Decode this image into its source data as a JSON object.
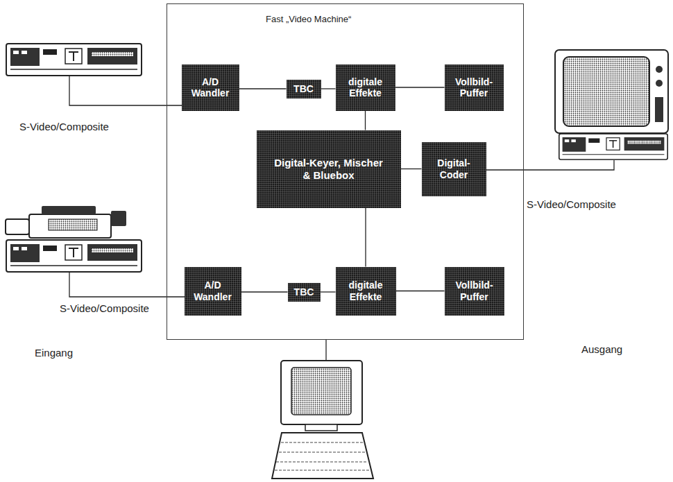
{
  "diagram": {
    "nodes": [
      {
        "text": [
          "Fast „Video Machine“"
        ]
      },
      {
        "text": [
          "A/D Wandler"
        ],
        "in": 0
      },
      {
        "text": [
          "TBC"
        ],
        "in": 0
      },
      {
        "text": [
          "digitale Effekte"
        ],
        "in": 0
      },
      {
        "text": [
          "Vollbild- Puffer"
        ],
        "in": 0
      },
      {
        "text": [
          "Digital-Keyer, Mischer & Bluebox"
        ],
        "in": 0
      },
      {
        "text": [
          "Digital- Coder"
        ],
        "in": 0
      },
      {
        "text": [
          "A/D Wandler"
        ],
        "in": 0
      },
      {
        "text": [
          "TBC"
        ],
        "in": 0
      },
      {
        "text": [
          "digitale Effekte"
        ],
        "in": 0
      },
      {
        "text": [
          "Vollbild- Puffer"
        ],
        "in": 0
      }
    ],
    "edges": [
      {
        "from": 1,
        "to": 2,
        "arrow": "none"
      },
      {
        "from": 2,
        "to": 3,
        "arrow": "none"
      },
      {
        "from": 3,
        "to": 4,
        "arrow": "none"
      },
      {
        "from": 3,
        "to": 5,
        "arrow": "none"
      },
      {
        "from": 5,
        "to": 6,
        "arrow": "none"
      },
      {
        "from": 5,
        "to": 9,
        "arrow": "none"
      },
      {
        "from": 7,
        "to": 8,
        "arrow": "none"
      },
      {
        "from": 8,
        "to": 9,
        "arrow": "none"
      },
      {
        "from": 9,
        "to": 10,
        "arrow": "none"
      }
    ],
    "labels": [
      "S-Video/Composite",
      "S-Video/Composite",
      "S-Video/Composite",
      "Eingang",
      "Ausgang"
    ]
  }
}
